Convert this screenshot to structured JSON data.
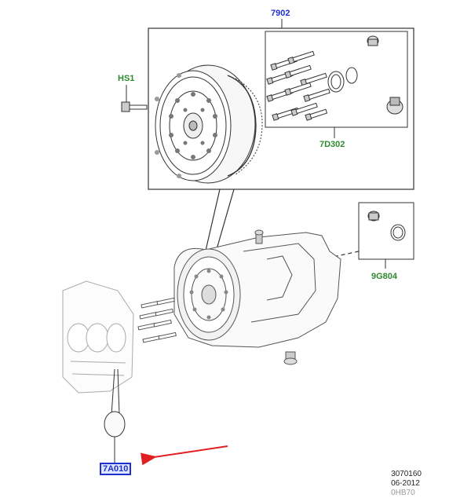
{
  "callouts": {
    "torque_converter_kit": "7902",
    "bolt_kit": "7D302",
    "flywheel_bolt": "HS1",
    "seal_kit": "9G804",
    "cover_plug": "7A010"
  },
  "footer": {
    "illustration_number": "3070160",
    "date": "06-2012",
    "code": "0HB70"
  },
  "colors": {
    "callout_blue": "#1f2fd0",
    "callout_green": "#2d8a2d",
    "pointer_arrow": "#e02020",
    "line_art": "#333333"
  },
  "icons": {
    "pointer": "red-arrow-icon"
  }
}
